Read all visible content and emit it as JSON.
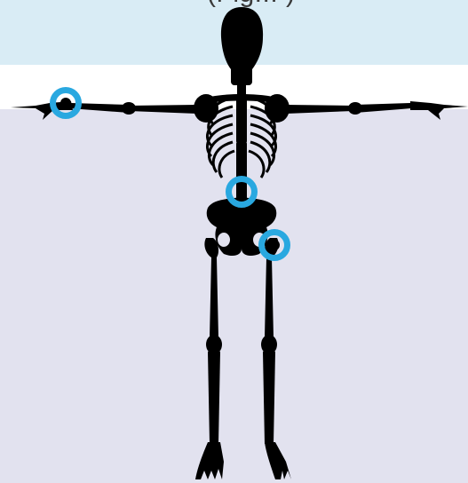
{
  "header": {
    "partial_text": "(Fig...       )"
  },
  "hotspots": [
    {
      "name": "wrist",
      "color": "#29a8e0"
    },
    {
      "name": "lower-spine",
      "color": "#29a8e0"
    },
    {
      "name": "hip-joint",
      "color": "#29a8e0"
    }
  ],
  "colors": {
    "top_band": "#d9ecf5",
    "white_band": "#ffffff",
    "background": "#e2e2ef",
    "skeleton": "#000000",
    "hotspot": "#29a8e0"
  }
}
